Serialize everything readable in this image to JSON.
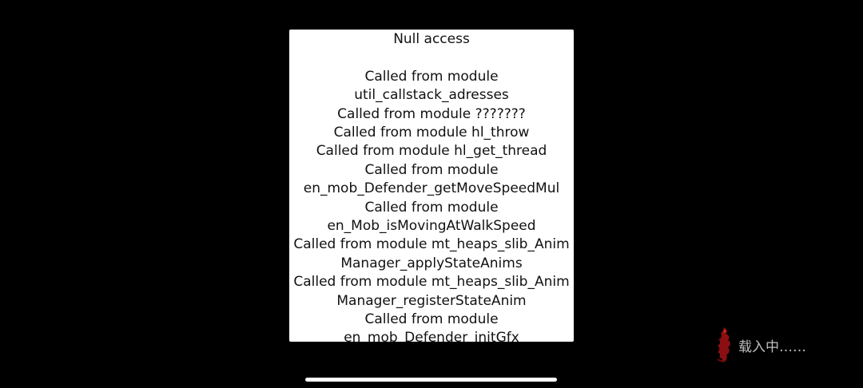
{
  "dialog": {
    "title": "Null access",
    "lines": [
      "Called from module",
      "util_callstack_adresses",
      "Called from module ???????",
      "Called from module hl_throw",
      "Called from module hl_get_thread",
      "Called from module",
      "en_mob_Defender_getMoveSpeedMul",
      "Called from module",
      "en_Mob_isMovingAtWalkSpeed",
      "Called from module mt_heaps_slib_Anim",
      "Manager_applyStateAnims",
      "Called from module mt_heaps_slib_Anim",
      "Manager_registerStateAnim",
      "Called from module",
      "en_mob_Defender_initGfx"
    ]
  },
  "loading": {
    "text": "载入中……",
    "icon": "red-dragon-logo-icon",
    "accent": "#8b0f12"
  },
  "colors": {
    "background": "#000000",
    "dialog_bg": "#ffffff",
    "text": "#111111"
  }
}
